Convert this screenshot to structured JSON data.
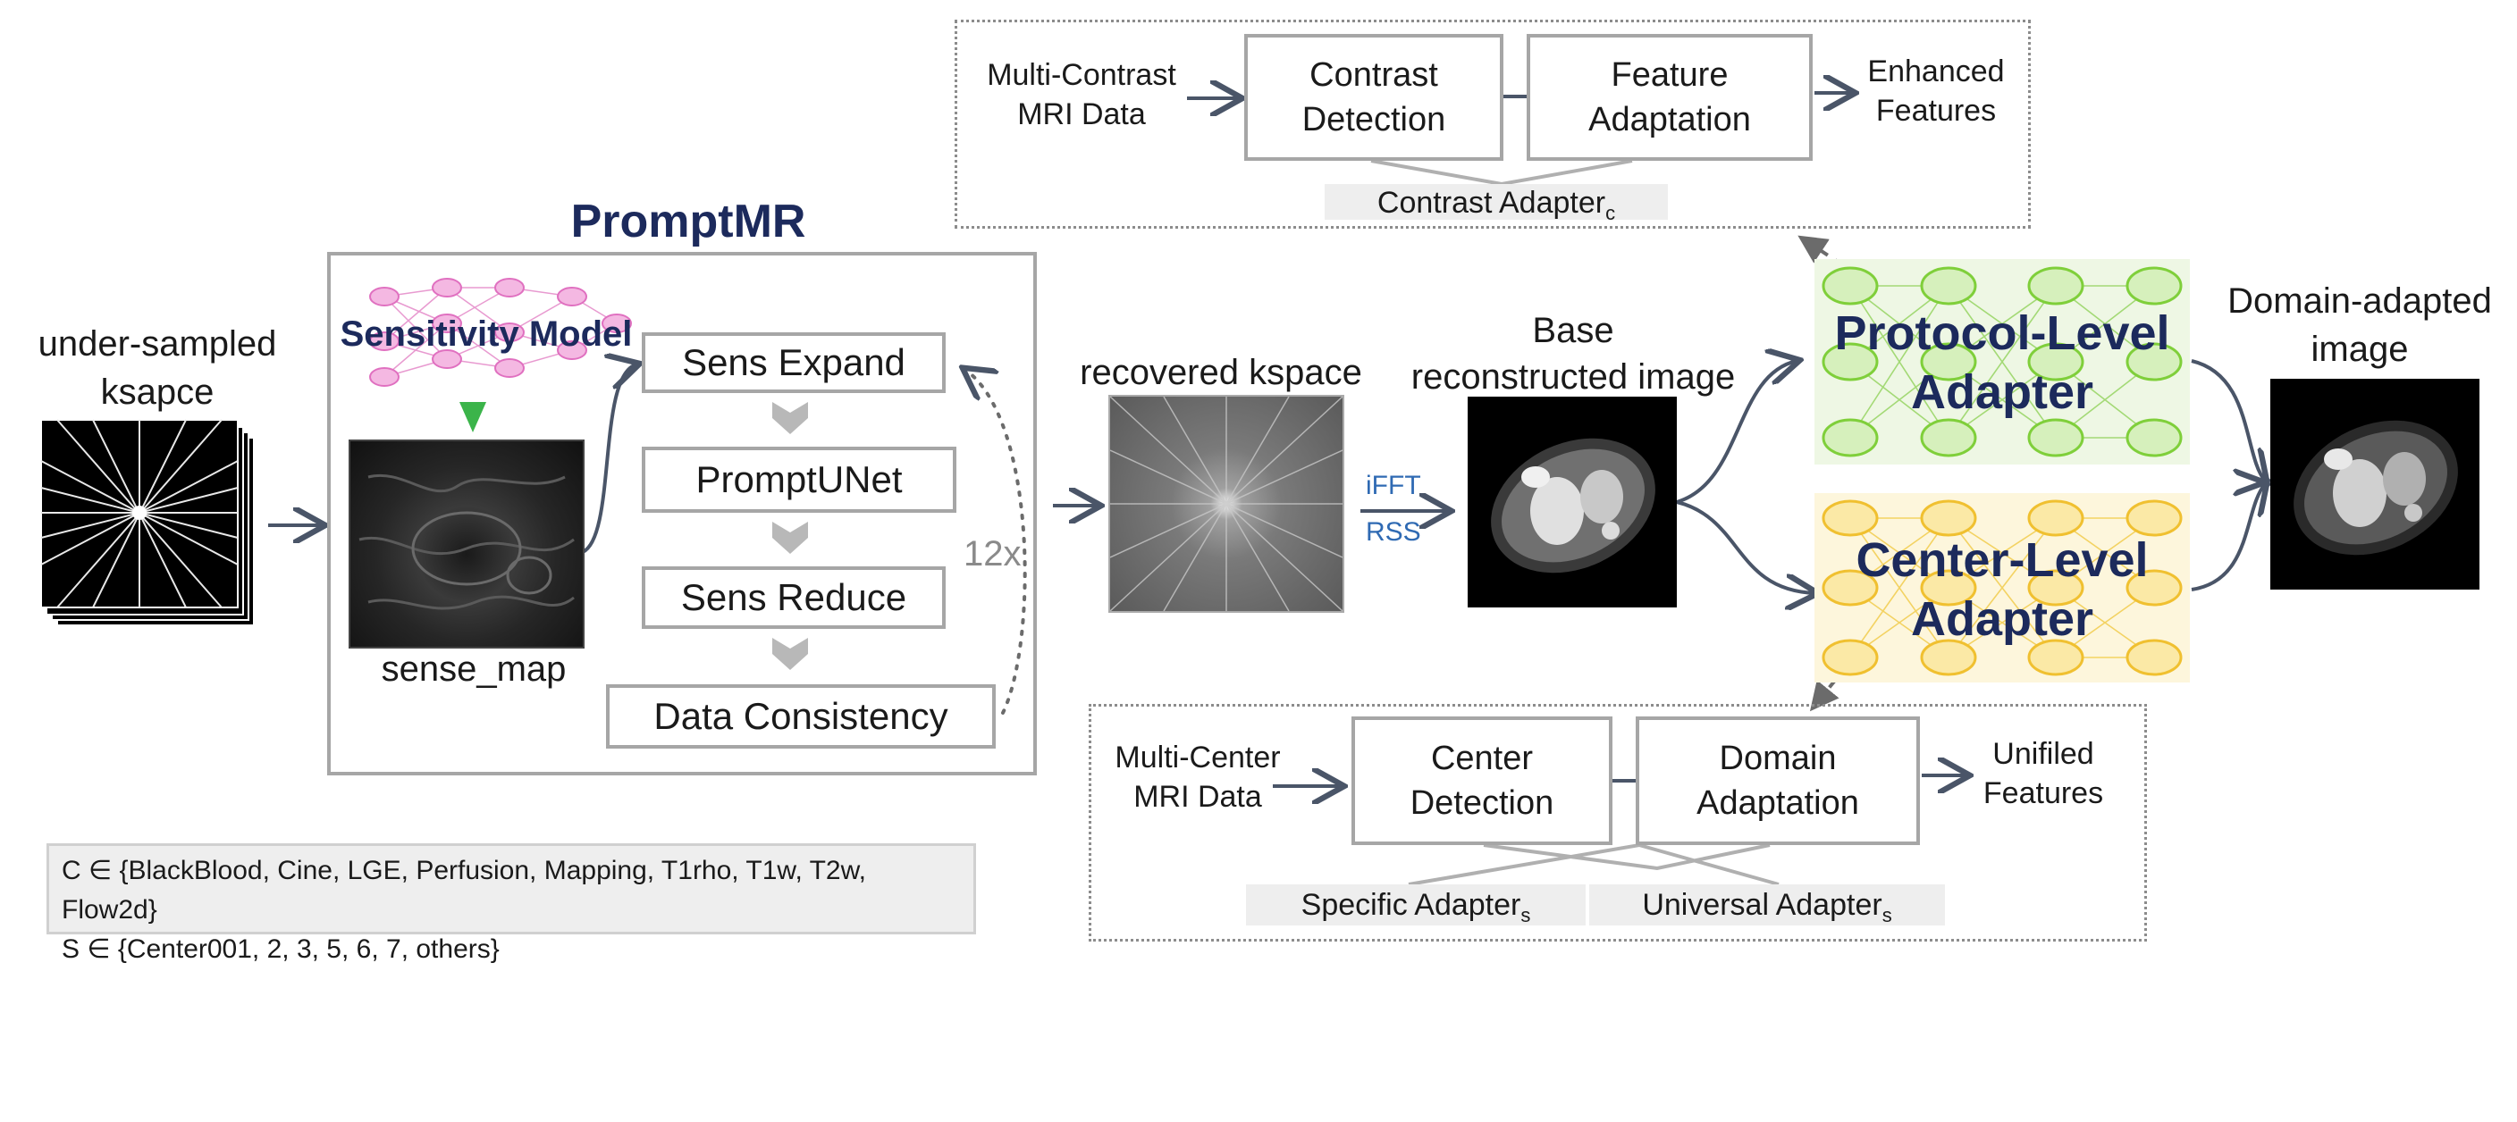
{
  "colors": {
    "navy": "#1c2a5c",
    "arrow": "#4a5568",
    "box_border": "#a6a6a6",
    "tag_bg": "#eeeeee",
    "green_network": "#7fcf3a",
    "yellow_network": "#f0c030",
    "pink_network": "#e060b0",
    "chevron": "#b0b0b0",
    "sensitivity_arrow": "#3bb44a",
    "ifft_text": "#2f6ab3"
  },
  "inputs": {
    "undersampled_label": "under-sampled\nksapce",
    "sense_map_label": "sense_map"
  },
  "promptmr": {
    "title": "PromptMR",
    "sensitivity_model": "Sensitivity Model",
    "blocks": [
      "Sens Expand",
      "PromptUNet",
      "Sens Reduce",
      "Data Consistency"
    ],
    "repeat": "12x"
  },
  "middle": {
    "recovered_label": "recovered kspace",
    "ifft": "iFFT",
    "rss": "RSS",
    "base_label": "Base\nreconstructed image"
  },
  "adapters": {
    "protocol": "Protocol-Level\nAdapter",
    "center": "Center-Level\nAdapter"
  },
  "output": {
    "label": "Domain-adapted\nimage"
  },
  "contrast_panel": {
    "input": "Multi-Contrast\nMRI Data",
    "box1": "Contrast\nDetection",
    "box2": "Feature\nAdaptation",
    "output": "Enhanced\nFeatures",
    "tag": "Contrast Adapter",
    "tag_sub": "c"
  },
  "center_panel": {
    "input": "Multi-Center\nMRI Data",
    "box1": "Center\nDetection",
    "box2": "Domain\nAdaptation",
    "output": "Unifiled\nFeatures",
    "tag1": "Specific Adapter",
    "tag1_sub": "s",
    "tag2": "Universal Adapter",
    "tag2_sub": "s"
  },
  "legend": {
    "line1": "C ∈ {BlackBlood, Cine, LGE, Perfusion, Mapping, T1rho, T1w, T2w, Flow2d}",
    "line2": "S ∈ {Center001, 2, 3, 5, 6, 7, others}"
  }
}
